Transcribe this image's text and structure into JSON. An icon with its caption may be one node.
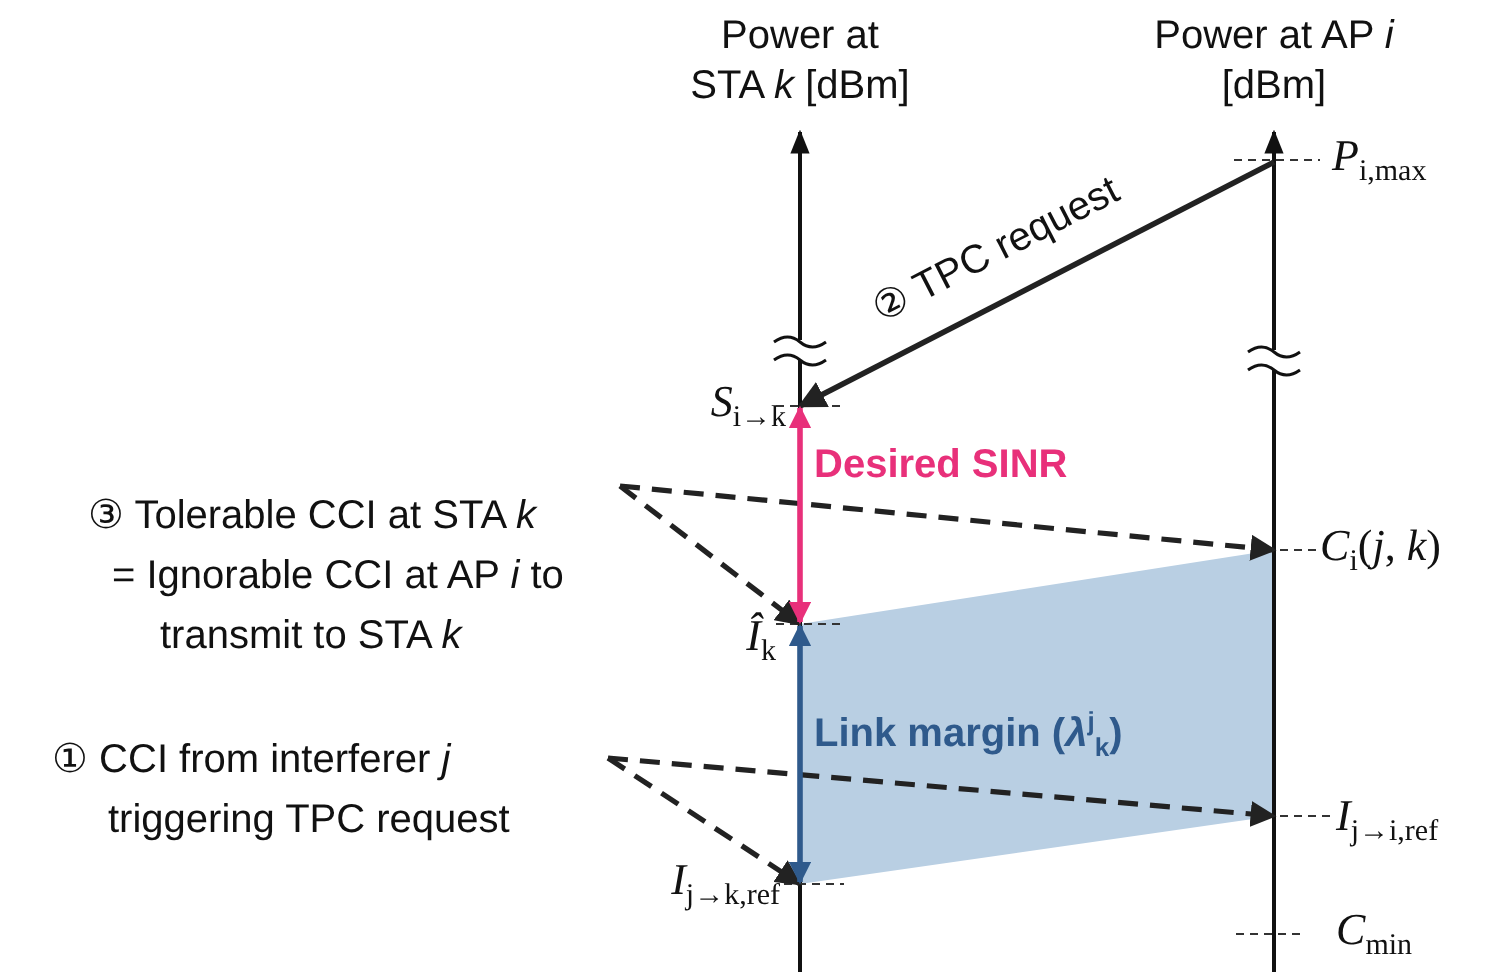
{
  "diagram": {
    "nodes": [
      {
        "text": [
          "③ Tolerable CCI at STA *k*",
          "= Ignorable CCI at AP *i* to transmit to STA *k*"
        ]
      },
      {
        "text": [
          "① CCI from interferer *j* triggering TPC request"
        ]
      },
      {
        "text": [
          "*P*$_{i,max}$"
        ]
      },
      {
        "text": [
          "*S*$_{i→k}$"
        ]
      },
      {
        "text": [
          "*Î*$_{k}$"
        ]
      },
      {
        "text": [
          "*C*$_{i}$(*j*, *k*)"
        ]
      },
      {
        "text": [
          "*I*$_{j→i,ref}$"
        ]
      },
      {
        "text": [
          "*I*$_{j→k,ref}$"
        ]
      }
    ],
    "edges": [
      {
        "from": 2,
        "to": 3,
        "arrow": "to",
        "label": "② TPC request"
      },
      {
        "from": 0,
        "to": 5,
        "arrow": "to",
        "style": "dashed"
      },
      {
        "from": 0,
        "to": 4,
        "arrow": "to",
        "style": "dashed"
      },
      {
        "from": 1,
        "to": 6,
        "arrow": "to",
        "style": "dashed"
      },
      {
        "from": 1,
        "to": 7,
        "arrow": "to",
        "style": "dashed"
      },
      {
        "from": 4,
        "to": 3,
        "arrow": "both",
        "label": "Desired SINR",
        "color": "#e8307a"
      },
      {
        "from": 4,
        "to": 7,
        "arrow": "both",
        "label": "Link margin (*λ*$^{j}$$_{k}$)",
        "color": "#2f5a8c"
      }
    ],
    "labels": [
      "Power at STA *k* [dBm]",
      "Power at AP *i* [dBm]",
      "*C*$_{min}$"
    ]
  }
}
